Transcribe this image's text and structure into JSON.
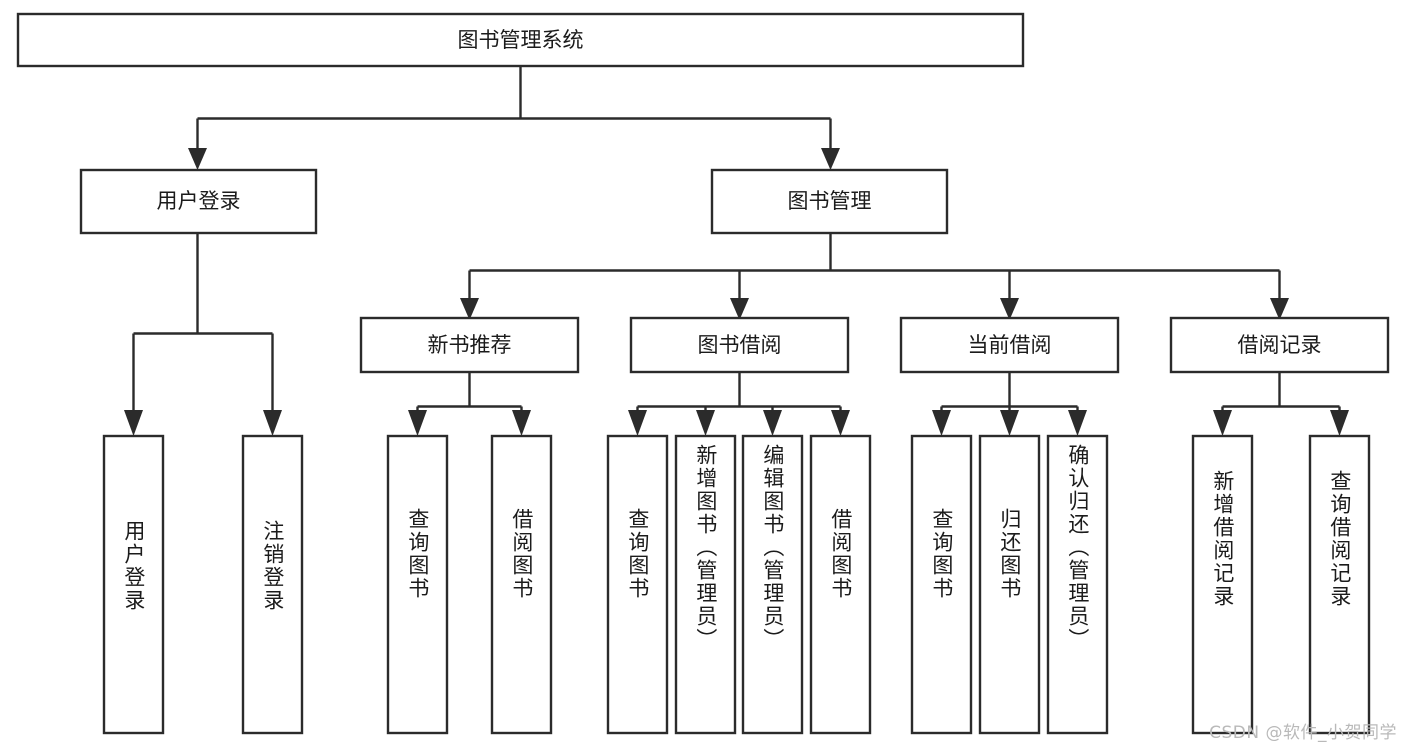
{
  "diagram": {
    "type": "tree",
    "title": "图书管理系统",
    "watermark": "CSDN @软件_小贺同学",
    "colors": {
      "box_stroke": "#2b2b2b",
      "box_fill": "#ffffff",
      "text": "#1b1b1b",
      "background": "#ffffff",
      "watermark": "#b9b9b9"
    },
    "root": {
      "label": "图书管理系统"
    },
    "level2": [
      {
        "label": "用户登录"
      },
      {
        "label": "图书管理"
      }
    ],
    "level3": [
      {
        "label": "新书推荐"
      },
      {
        "label": "图书借阅"
      },
      {
        "label": "当前借阅"
      },
      {
        "label": "借阅记录"
      }
    ],
    "leaves": {
      "user_login": [
        {
          "label": "用户登录"
        },
        {
          "label": "注销登录"
        }
      ],
      "new_book_recommend": [
        {
          "label": "查询图书"
        },
        {
          "label": "借阅图书"
        }
      ],
      "book_borrow": [
        {
          "label": "查询图书"
        },
        {
          "label": "新增图书（管理员）"
        },
        {
          "label": "编辑图书（管理员）"
        },
        {
          "label": "借阅图书"
        }
      ],
      "current_borrow": [
        {
          "label": "查询图书"
        },
        {
          "label": "归还图书"
        },
        {
          "label": "确认归还（管理员）"
        }
      ],
      "borrow_record": [
        {
          "label": "新增借阅记录"
        },
        {
          "label": "查询借阅记录"
        }
      ]
    }
  }
}
